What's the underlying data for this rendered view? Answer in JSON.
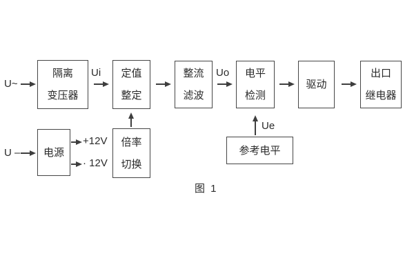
{
  "diagram": {
    "caption": "图 1",
    "colors": {
      "line": "#3e3e3e",
      "text": "#2a2a2a",
      "background": "#ffffff"
    },
    "inputs": {
      "ac_label": "U~",
      "dc_label": "U –"
    },
    "signals": {
      "ui": "Ui",
      "uo": "Uo",
      "ue": "Ue"
    },
    "rails": {
      "positive": "+12V",
      "negative": "· 12V"
    },
    "blocks": {
      "isolation_transformer": {
        "lines": [
          "隔离",
          "变压器"
        ]
      },
      "setting_adjust": {
        "lines": [
          "定值",
          "整定"
        ]
      },
      "rectifier_filter": {
        "lines": [
          "整流",
          "滤波"
        ]
      },
      "level_detect": {
        "lines": [
          "电平",
          "检测"
        ]
      },
      "drive": {
        "lines": [
          "驱动"
        ]
      },
      "output_relay": {
        "lines": [
          "出口",
          "继电器"
        ]
      },
      "power_supply": {
        "lines": [
          "电源"
        ]
      },
      "ratio_switch": {
        "lines": [
          "倍率",
          "切换"
        ]
      },
      "reference_level": {
        "lines": [
          "参考电平"
        ]
      }
    }
  }
}
